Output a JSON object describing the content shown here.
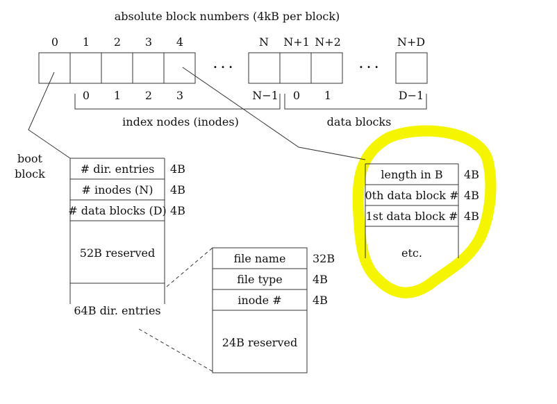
{
  "title": "absolute block numbers (4kB per block)",
  "absolute_labels": [
    "0",
    "1",
    "2",
    "3",
    "4",
    "N",
    "N+1",
    "N+2",
    "N+D"
  ],
  "ellipsis": "·  ·  ·",
  "inode_index_labels": [
    "0",
    "1",
    "2",
    "3",
    "N−1"
  ],
  "data_index_labels": [
    "0",
    "1",
    "D−1"
  ],
  "inode_group_label": "index nodes (inodes)",
  "data_group_label": "data blocks",
  "boot_label_line1": "boot",
  "boot_label_line2": "block",
  "boot_block": {
    "rows": [
      {
        "label": "# dir. entries",
        "size": "4B"
      },
      {
        "label": "# inodes (N)",
        "size": "4B"
      },
      {
        "label": "# data blocks (D)",
        "size": "4B"
      }
    ],
    "reserved": "52B reserved",
    "dir_entries": "64B dir. entries"
  },
  "dir_entry": {
    "rows": [
      {
        "label": "file name",
        "size": "32B"
      },
      {
        "label": "file type",
        "size": "4B"
      },
      {
        "label": "inode #",
        "size": "4B"
      }
    ],
    "reserved": "24B reserved"
  },
  "inode": {
    "rows": [
      {
        "label": "length in B",
        "size": "4B"
      },
      {
        "label": "0th data block #",
        "size": "4B"
      },
      {
        "label": "1st data block #",
        "size": "4B"
      }
    ],
    "etc": "etc."
  },
  "highlight_color": "#f5f500"
}
